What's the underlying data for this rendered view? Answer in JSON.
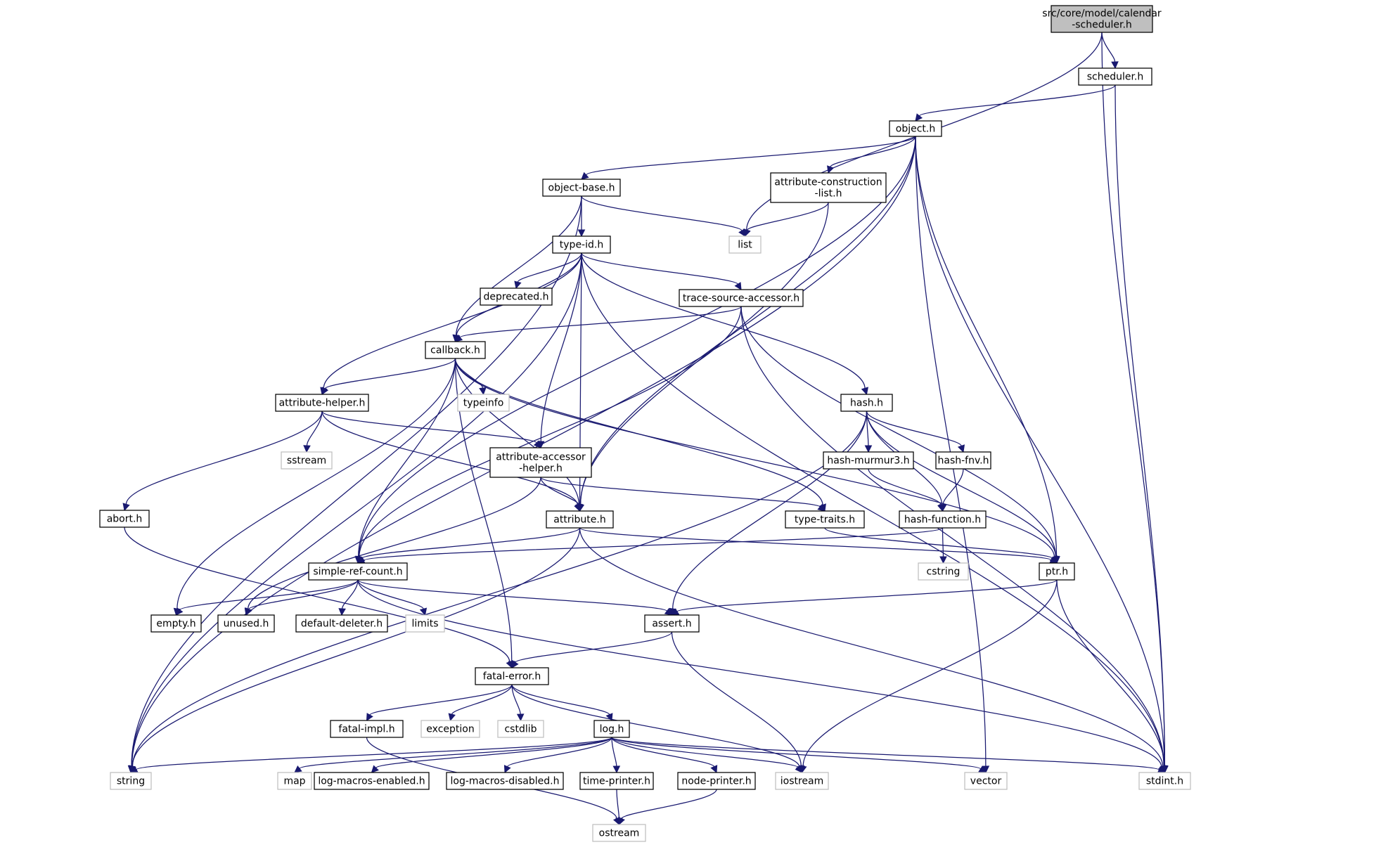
{
  "title": "src/core/model/calendar-scheduler.h",
  "nodes": [
    {
      "id": "calendar_scheduler",
      "lines": [
        "src/core/model/calendar",
        "-scheduler.h"
      ],
      "kind": "header"
    },
    {
      "id": "scheduler",
      "lines": [
        "scheduler.h"
      ],
      "kind": "project"
    },
    {
      "id": "object",
      "lines": [
        "object.h"
      ],
      "kind": "project"
    },
    {
      "id": "object_base",
      "lines": [
        "object-base.h"
      ],
      "kind": "project"
    },
    {
      "id": "attr_construction",
      "lines": [
        "attribute-construction",
        "-list.h"
      ],
      "kind": "project"
    },
    {
      "id": "list",
      "lines": [
        "list"
      ],
      "kind": "system"
    },
    {
      "id": "type_id",
      "lines": [
        "type-id.h"
      ],
      "kind": "project"
    },
    {
      "id": "deprecated",
      "lines": [
        "deprecated.h"
      ],
      "kind": "project"
    },
    {
      "id": "trace_source",
      "lines": [
        "trace-source-accessor.h"
      ],
      "kind": "project"
    },
    {
      "id": "callback",
      "lines": [
        "callback.h"
      ],
      "kind": "project"
    },
    {
      "id": "attr_helper",
      "lines": [
        "attribute-helper.h"
      ],
      "kind": "project"
    },
    {
      "id": "typeinfo",
      "lines": [
        "typeinfo"
      ],
      "kind": "system"
    },
    {
      "id": "hash",
      "lines": [
        "hash.h"
      ],
      "kind": "project"
    },
    {
      "id": "sstream",
      "lines": [
        "sstream"
      ],
      "kind": "system"
    },
    {
      "id": "attr_accessor",
      "lines": [
        "attribute-accessor",
        "-helper.h"
      ],
      "kind": "project"
    },
    {
      "id": "hash_murmur3",
      "lines": [
        "hash-murmur3.h"
      ],
      "kind": "project"
    },
    {
      "id": "hash_fnv",
      "lines": [
        "hash-fnv.h"
      ],
      "kind": "project"
    },
    {
      "id": "abort",
      "lines": [
        "abort.h"
      ],
      "kind": "project"
    },
    {
      "id": "attribute",
      "lines": [
        "attribute.h"
      ],
      "kind": "project"
    },
    {
      "id": "type_traits",
      "lines": [
        "type-traits.h"
      ],
      "kind": "project"
    },
    {
      "id": "hash_function",
      "lines": [
        "hash-function.h"
      ],
      "kind": "project"
    },
    {
      "id": "simple_ref_count",
      "lines": [
        "simple-ref-count.h"
      ],
      "kind": "project"
    },
    {
      "id": "cstring",
      "lines": [
        "cstring"
      ],
      "kind": "system"
    },
    {
      "id": "ptr",
      "lines": [
        "ptr.h"
      ],
      "kind": "project"
    },
    {
      "id": "empty",
      "lines": [
        "empty.h"
      ],
      "kind": "project"
    },
    {
      "id": "unused",
      "lines": [
        "unused.h"
      ],
      "kind": "project"
    },
    {
      "id": "default_deleter",
      "lines": [
        "default-deleter.h"
      ],
      "kind": "project"
    },
    {
      "id": "limits",
      "lines": [
        "limits"
      ],
      "kind": "system"
    },
    {
      "id": "assert",
      "lines": [
        "assert.h"
      ],
      "kind": "project"
    },
    {
      "id": "fatal_error",
      "lines": [
        "fatal-error.h"
      ],
      "kind": "project"
    },
    {
      "id": "fatal_impl",
      "lines": [
        "fatal-impl.h"
      ],
      "kind": "project"
    },
    {
      "id": "exception",
      "lines": [
        "exception"
      ],
      "kind": "system"
    },
    {
      "id": "cstdlib",
      "lines": [
        "cstdlib"
      ],
      "kind": "system"
    },
    {
      "id": "log",
      "lines": [
        "log.h"
      ],
      "kind": "project"
    },
    {
      "id": "string",
      "lines": [
        "string"
      ],
      "kind": "system"
    },
    {
      "id": "map",
      "lines": [
        "map"
      ],
      "kind": "system"
    },
    {
      "id": "log_macros_enabled",
      "lines": [
        "log-macros-enabled.h"
      ],
      "kind": "project"
    },
    {
      "id": "log_macros_disabled",
      "lines": [
        "log-macros-disabled.h"
      ],
      "kind": "project"
    },
    {
      "id": "time_printer",
      "lines": [
        "time-printer.h"
      ],
      "kind": "project"
    },
    {
      "id": "node_printer",
      "lines": [
        "node-printer.h"
      ],
      "kind": "project"
    },
    {
      "id": "iostream",
      "lines": [
        "iostream"
      ],
      "kind": "system"
    },
    {
      "id": "vector",
      "lines": [
        "vector"
      ],
      "kind": "system"
    },
    {
      "id": "stdint",
      "lines": [
        "stdint.h"
      ],
      "kind": "system"
    },
    {
      "id": "ostream",
      "lines": [
        "ostream"
      ],
      "kind": "system"
    }
  ],
  "edges": [
    [
      "calendar_scheduler",
      "scheduler"
    ],
    [
      "calendar_scheduler",
      "list"
    ],
    [
      "calendar_scheduler",
      "stdint"
    ],
    [
      "scheduler",
      "object"
    ],
    [
      "scheduler",
      "stdint"
    ],
    [
      "object",
      "object_base"
    ],
    [
      "object",
      "attr_construction"
    ],
    [
      "object",
      "string"
    ],
    [
      "object",
      "simple_ref_count"
    ],
    [
      "object",
      "attribute"
    ],
    [
      "object",
      "ptr"
    ],
    [
      "object",
      "vector"
    ],
    [
      "object",
      "stdint"
    ],
    [
      "object_base",
      "type_id"
    ],
    [
      "object_base",
      "list"
    ],
    [
      "object_base",
      "callback"
    ],
    [
      "object_base",
      "string"
    ],
    [
      "attr_construction",
      "list"
    ],
    [
      "attr_construction",
      "attribute"
    ],
    [
      "type_id",
      "deprecated"
    ],
    [
      "type_id",
      "trace_source"
    ],
    [
      "type_id",
      "callback"
    ],
    [
      "type_id",
      "attr_helper"
    ],
    [
      "type_id",
      "attr_accessor"
    ],
    [
      "type_id",
      "attribute"
    ],
    [
      "type_id",
      "hash"
    ],
    [
      "type_id",
      "string"
    ],
    [
      "type_id",
      "stdint"
    ],
    [
      "trace_source",
      "callback"
    ],
    [
      "trace_source",
      "ptr"
    ],
    [
      "trace_source",
      "simple_ref_count"
    ],
    [
      "trace_source",
      "stdint"
    ],
    [
      "callback",
      "attr_helper"
    ],
    [
      "callback",
      "typeinfo"
    ],
    [
      "callback",
      "attribute"
    ],
    [
      "callback",
      "type_traits"
    ],
    [
      "callback",
      "ptr"
    ],
    [
      "callback",
      "simple_ref_count"
    ],
    [
      "callback",
      "empty"
    ],
    [
      "callback",
      "fatal_error"
    ],
    [
      "attr_helper",
      "sstream"
    ],
    [
      "attr_helper",
      "abort"
    ],
    [
      "attr_helper",
      "attr_accessor"
    ],
    [
      "attr_helper",
      "attribute"
    ],
    [
      "attr_accessor",
      "attribute"
    ],
    [
      "attr_accessor",
      "type_traits"
    ],
    [
      "attr_accessor",
      "unused"
    ],
    [
      "hash",
      "hash_murmur3"
    ],
    [
      "hash",
      "hash_fnv"
    ],
    [
      "hash",
      "hash_function"
    ],
    [
      "hash",
      "ptr"
    ],
    [
      "hash",
      "assert"
    ],
    [
      "hash",
      "string"
    ],
    [
      "hash_murmur3",
      "hash_function"
    ],
    [
      "hash_fnv",
      "hash_function"
    ],
    [
      "hash_function",
      "cstring"
    ],
    [
      "hash_function",
      "simple_ref_count"
    ],
    [
      "type_traits",
      "ptr"
    ],
    [
      "attribute",
      "simple_ref_count"
    ],
    [
      "attribute",
      "ptr"
    ],
    [
      "attribute",
      "string"
    ],
    [
      "attribute",
      "stdint"
    ],
    [
      "abort",
      "fatal_error"
    ],
    [
      "simple_ref_count",
      "empty"
    ],
    [
      "simple_ref_count",
      "unused"
    ],
    [
      "simple_ref_count",
      "default_deleter"
    ],
    [
      "simple_ref_count",
      "limits"
    ],
    [
      "simple_ref_count",
      "assert"
    ],
    [
      "simple_ref_count",
      "stdint"
    ],
    [
      "ptr",
      "assert"
    ],
    [
      "ptr",
      "iostream"
    ],
    [
      "ptr",
      "stdint"
    ],
    [
      "assert",
      "fatal_error"
    ],
    [
      "assert",
      "iostream"
    ],
    [
      "fatal_error",
      "fatal_impl"
    ],
    [
      "fatal_error",
      "exception"
    ],
    [
      "fatal_error",
      "cstdlib"
    ],
    [
      "fatal_error",
      "log"
    ],
    [
      "fatal_error",
      "iostream"
    ],
    [
      "fatal_impl",
      "ostream"
    ],
    [
      "log",
      "string"
    ],
    [
      "log",
      "map"
    ],
    [
      "log",
      "log_macros_enabled"
    ],
    [
      "log",
      "log_macros_disabled"
    ],
    [
      "log",
      "time_printer"
    ],
    [
      "log",
      "node_printer"
    ],
    [
      "log",
      "iostream"
    ],
    [
      "log",
      "vector"
    ],
    [
      "log",
      "stdint"
    ],
    [
      "time_printer",
      "ostream"
    ],
    [
      "node_printer",
      "ostream"
    ]
  ]
}
